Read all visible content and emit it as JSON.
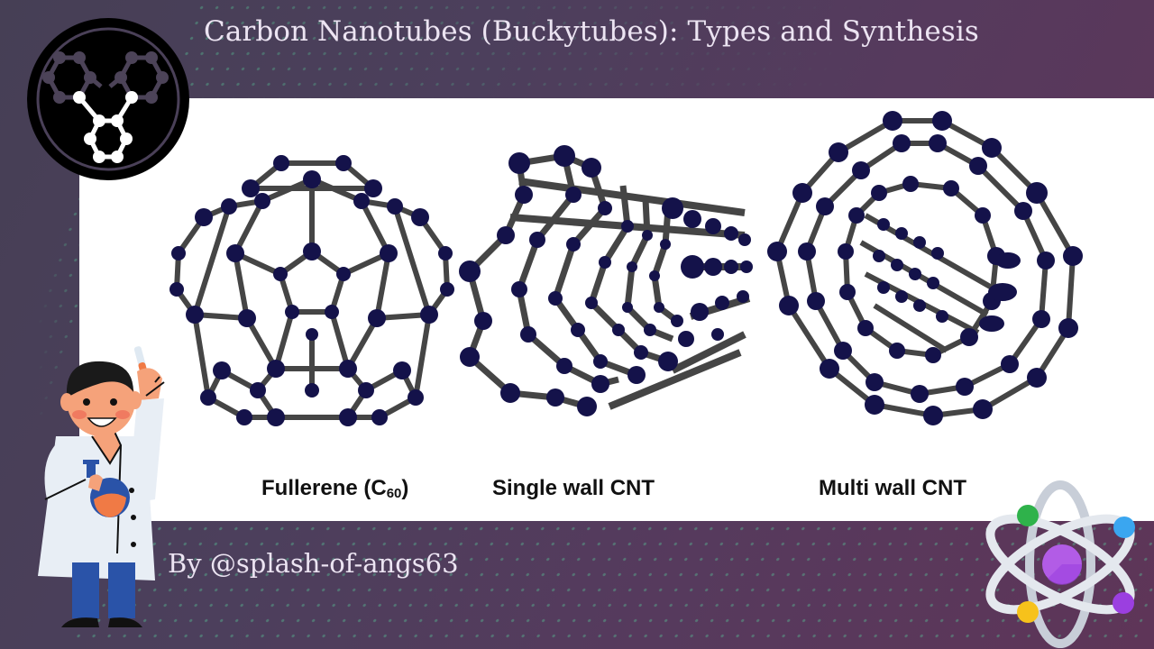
{
  "header": {
    "title": "Carbon Nanotubes (Buckytubes): Types and Synthesis"
  },
  "figure": {
    "items": [
      {
        "label": "Fullerene (C",
        "subscript": "60",
        "label_suffix": ")",
        "icon": "fullerene-c60-molecule"
      },
      {
        "label": "Single wall CNT",
        "icon": "single-wall-nanotube"
      },
      {
        "label": "Multi wall CNT",
        "icon": "multi-wall-nanotube"
      }
    ]
  },
  "footer": {
    "byline": "By @splash-of-angs63"
  },
  "decor": {
    "logo_icon": "molecule-logo",
    "character": "scientist-with-flask",
    "atom_icon": "atom-icon"
  },
  "colors": {
    "background_start": "#463f55",
    "background_end": "#5e3558",
    "dot_pattern": "#58c496",
    "panel": "#ffffff",
    "title_text": "#ece4f2",
    "atom_node": "#14124a",
    "bond": "#444444",
    "atom_nucleus": "#b25ce6",
    "electron_green": "#2fb24b",
    "electron_blue": "#3aa6f0",
    "electron_yellow": "#f7c21b",
    "electron_purple": "#9b3fe0"
  }
}
